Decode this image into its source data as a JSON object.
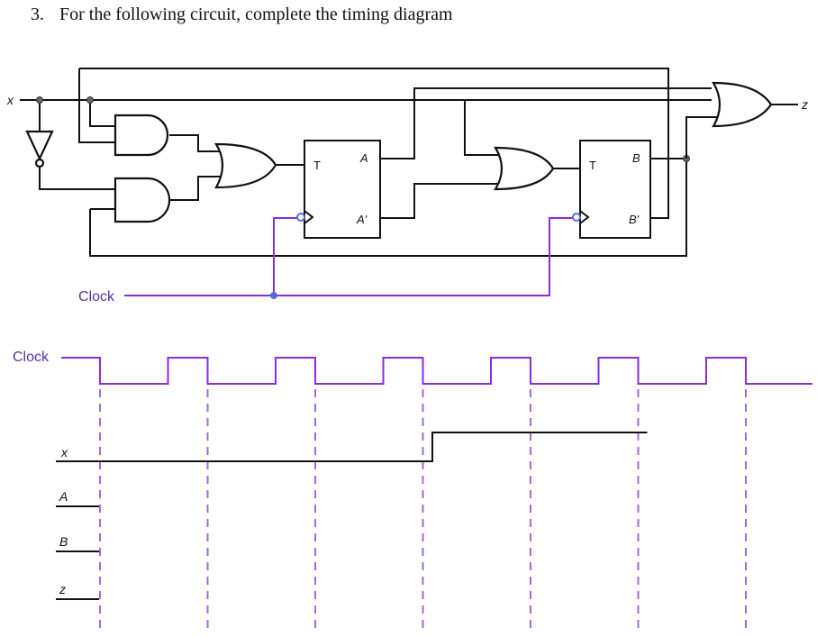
{
  "question": {
    "number": "3.",
    "text": "For the following circuit, complete the timing diagram"
  },
  "circuit": {
    "input_label": "x",
    "output_label": "z",
    "clock_label": "Clock",
    "ff_a": {
      "t_label": "T",
      "q_label": "A",
      "qbar_label": "A'"
    },
    "ff_b": {
      "t_label": "T",
      "q_label": "B",
      "qbar_label": "B'"
    }
  },
  "timing": {
    "clock_label": "Clock",
    "rows": [
      {
        "label": "x"
      },
      {
        "label": "A"
      },
      {
        "label": "B"
      },
      {
        "label": "z"
      }
    ],
    "clock_pulses": 7,
    "x_waveform_given": {
      "initial": 0,
      "rises_after_edge": 4,
      "final": 1
    }
  },
  "colors": {
    "clock": "#8a2be2",
    "clock_dash": "#a06ad8",
    "wire": "#111111",
    "clock_text": "#5533aa"
  }
}
